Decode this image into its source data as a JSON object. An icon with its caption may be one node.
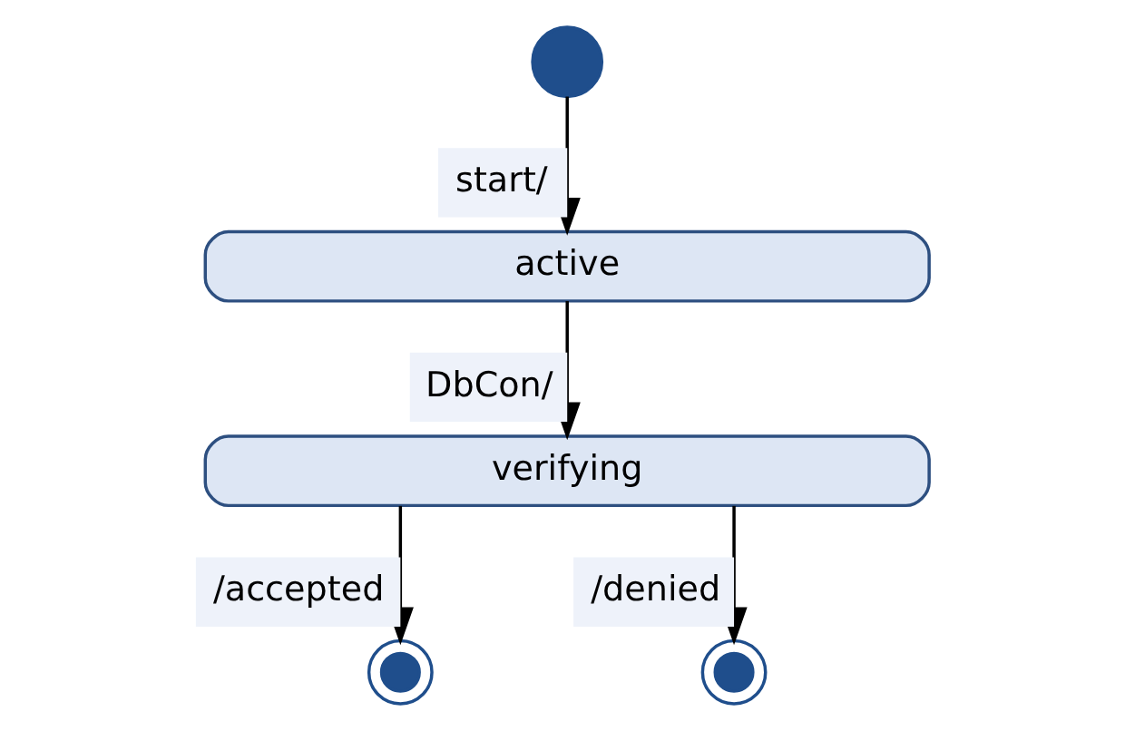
{
  "diagram": {
    "nodes": [
      {
        "text": [],
        "shape": "circle"
      },
      {
        "text": [
          "active"
        ]
      },
      {
        "text": [
          "verifying"
        ]
      },
      {
        "text": [],
        "shape": "circle"
      },
      {
        "text": [],
        "shape": "circle"
      }
    ],
    "edges": [
      {
        "from": 0,
        "to": 1,
        "arrow": "to",
        "label": "start/"
      },
      {
        "from": 1,
        "to": 2,
        "arrow": "to",
        "label": "DbCon/"
      },
      {
        "from": 2,
        "to": 3,
        "arrow": "to",
        "label": "/accepted"
      },
      {
        "from": 2,
        "to": 4,
        "arrow": "to",
        "label": "/denied"
      }
    ]
  }
}
